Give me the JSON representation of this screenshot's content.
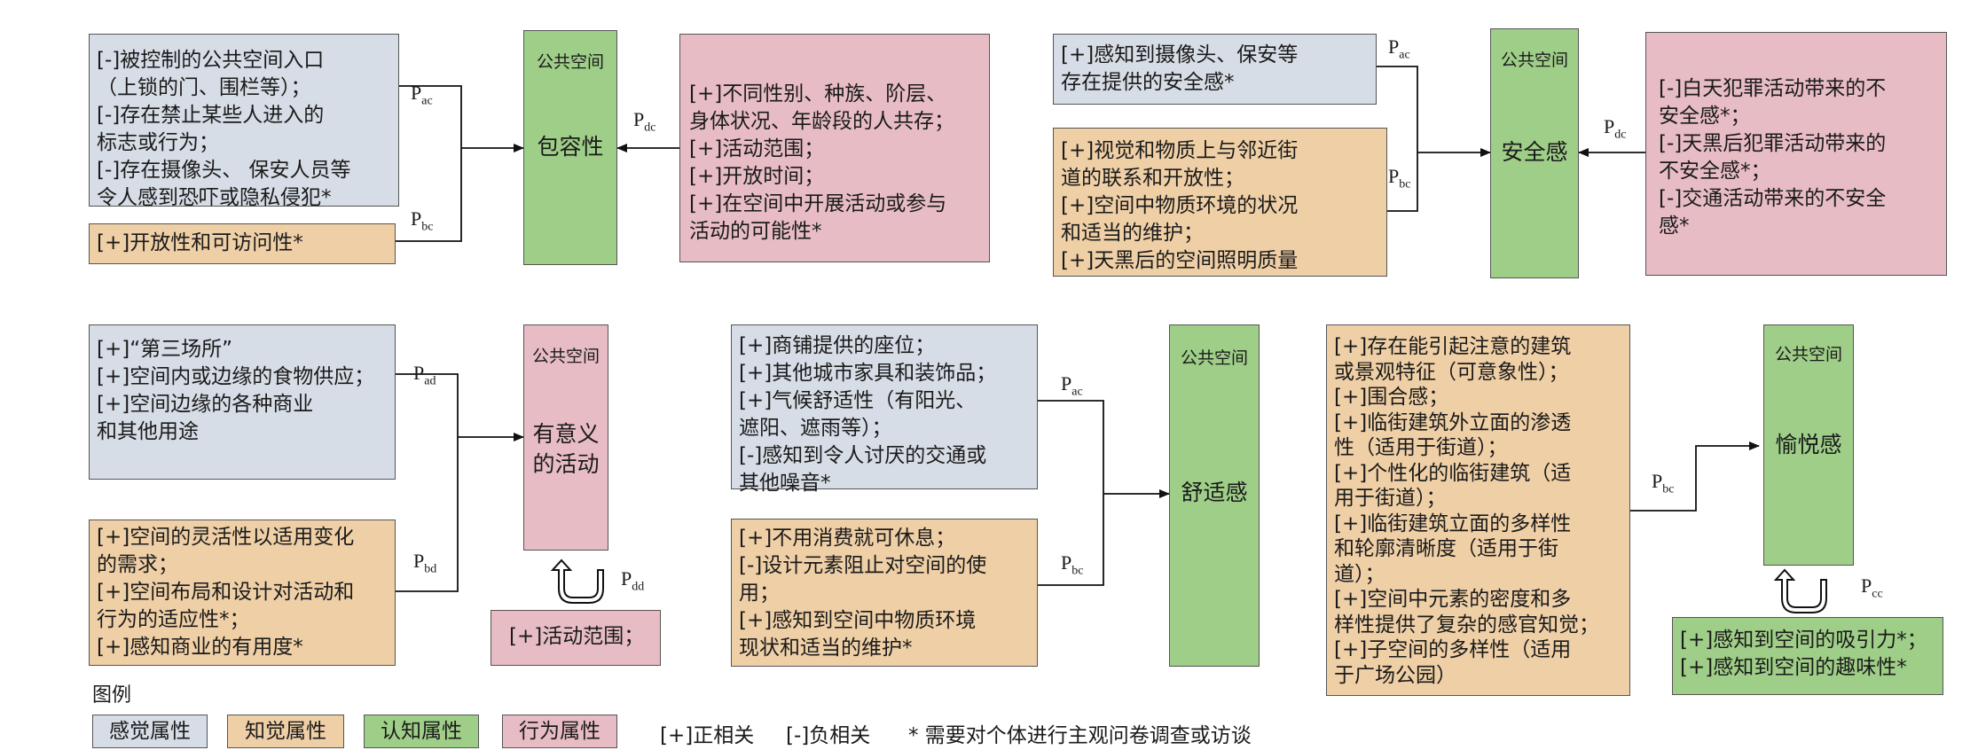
{
  "panels": {
    "inclusive": {
      "sense_lines": [
        "[-]被控制的公共空间入口",
        "（上锁的门、围栏等）；",
        "[-]存在禁止某些人进入的",
        "标志或行为；",
        "[-]存在摄像头、 保安人员等",
        "令人感到恐吓或隐私侵犯*"
      ],
      "percept_lines": [
        "[+]开放性和可访问性*"
      ],
      "header": "公共空间",
      "center": "包容性",
      "behavior_lines": [
        "[+]不同性别、种族、阶层、",
        "身体状况、年龄段的人共存；",
        "[+]活动范围；",
        "[+]开放时间；",
        "[+]在空间中开展活动或参与",
        "活动的可能性*"
      ],
      "p_ac": "ac",
      "p_bc": "bc",
      "p_dc": "dc"
    },
    "safety": {
      "sense_lines": [
        "[+]感知到摄像头、保安等",
        "存在提供的安全感*"
      ],
      "percept_lines": [
        "[+]视觉和物质上与邻近街",
        "道的联系和开放性；",
        "[+]空间中物质环境的状况",
        "和适当的维护；",
        "[+]天黑后的空间照明质量"
      ],
      "header": "公共空间",
      "center": "安全感",
      "behavior_lines": [
        "[-]白天犯罪活动带来的不",
        "安全感*；",
        "[-]天黑后犯罪活动带来的",
        "不安全感*；",
        "[-]交通活动带来的不安全",
        "感*"
      ],
      "p_ac": "ac",
      "p_bc": "bc",
      "p_dc": "dc"
    },
    "activity": {
      "sense_lines": [
        "[+]“第三场所”",
        "[+]空间内或边缘的食物供应；",
        "[+]空间边缘的各种商业",
        "和其他用途"
      ],
      "percept_lines": [
        "[+]空间的灵活性以适用变化",
        "的需求；",
        "[+]空间布局和设计对活动和",
        "行为的适应性*；",
        "[+]感知商业的有用度*"
      ],
      "header": "公共空间",
      "center": "有意义\n的活动",
      "behavior_lines": [
        "[+]活动范围；"
      ],
      "p_ad": "ad",
      "p_bd": "bd",
      "p_dd": "dd"
    },
    "comfort": {
      "sense_lines": [
        "[+]商铺提供的座位；",
        "[+]其他城市家具和装饰品；",
        "[+]气候舒适性（有阳光、",
        "遮阳、遮雨等）；",
        "[-]感知到令人讨厌的交通或",
        "其他噪音*"
      ],
      "percept_lines": [
        "[+]不用消费就可休息；",
        "[-]设计元素阻止对空间的使",
        "用；",
        "[+]感知到空间中物质环境",
        "现状和适当的维护*"
      ],
      "header": "公共空间",
      "center": "舒适感",
      "p_ac": "ac",
      "p_bc": "bc"
    },
    "pleasure": {
      "percept_lines": [
        "[+]存在能引起注意的建筑",
        "或景观特征（可意象性）；",
        "[+]围合感；",
        "[+]临街建筑外立面的渗透",
        "性（适用于街道）；",
        "[+]个性化的临街建筑（适",
        "用于街道）；",
        "[+]临街建筑立面的多样性",
        "和轮廓清晰度（适用于街",
        "道）；",
        "[+]空间中元素的密度和多",
        "样性提供了复杂的感官知觉；",
        "[+]子空间的多样性（适用",
        "于广场公园）"
      ],
      "header": "公共空间",
      "center": "愉悦感",
      "cog_lines": [
        "[+]感知到空间的吸引力*；",
        "[+]感知到空间的趣味性*"
      ],
      "p_bc": "bc",
      "p_cc": "cc"
    }
  },
  "p_letter": "P",
  "legend": {
    "title": "图例",
    "sense": "感觉属性",
    "percept": "知觉属性",
    "cog": "认知属性",
    "beh": "行为属性",
    "pos": "[+]正相关",
    "neg": "[-]负相关",
    "note": "* 需要对个体进行主观问卷调查或访谈"
  },
  "colors": {
    "sense": "#d7dde6",
    "percept": "#efcfa6",
    "cog": "#9fce88",
    "beh": "#e7bcc5"
  }
}
